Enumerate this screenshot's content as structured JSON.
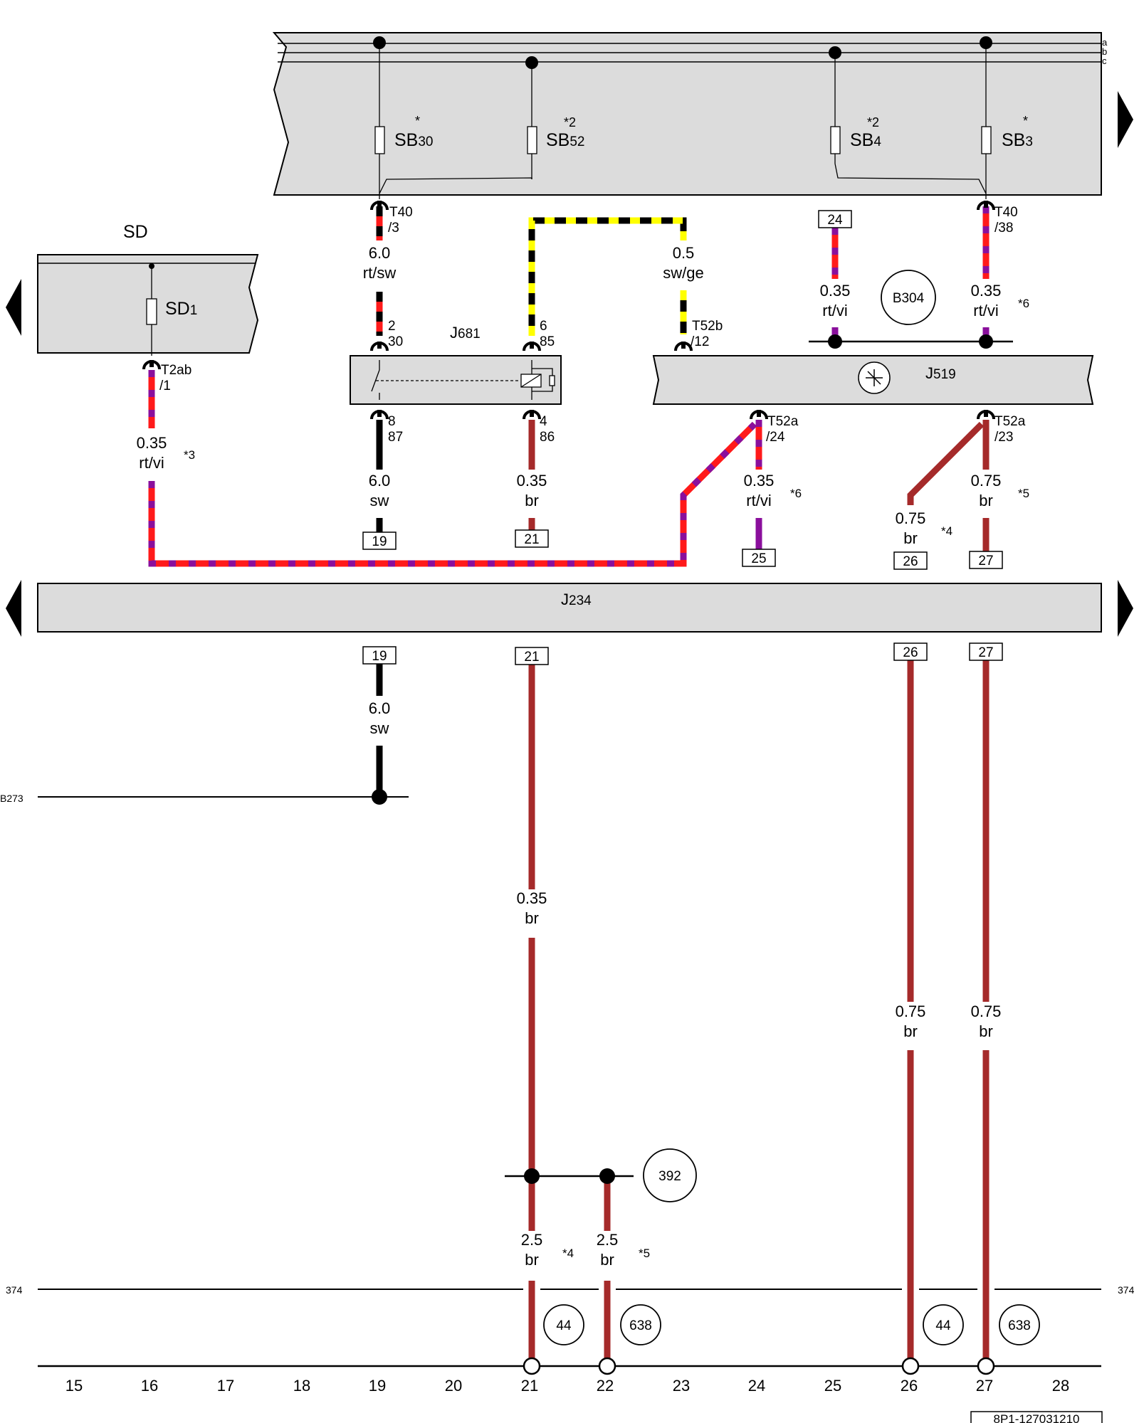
{
  "components": {
    "sd": "SD",
    "sd1_pre": "SD",
    "sd1_sub": "1",
    "sb30_pre": "SB",
    "sb30_sub": "30",
    "sb30_star": "*",
    "sb52_pre": "SB",
    "sb52_sub": "52",
    "sb52_star": "*2",
    "sb4_pre": "SB",
    "sb4_sub": "4",
    "sb4_star": "*2",
    "sb3_pre": "SB",
    "sb3_sub": "3",
    "sb3_star": "*",
    "j681_pre": "J",
    "j681_sub": "681",
    "j519_pre": "J",
    "j519_sub": "519",
    "j234_pre": "J",
    "j234_sub": "234"
  },
  "bus_letters": [
    "a",
    "b",
    "c"
  ],
  "connectors": {
    "t40_3_a": "T40",
    "t40_3_b": "/3",
    "t40_38_a": "T40",
    "t40_38_b": "/38",
    "t2ab_a": "T2ab",
    "t2ab_b": "/1",
    "j681_p2_a": "2",
    "j681_p2_b": "30",
    "j681_p6_a": "6",
    "j681_p6_b": "85",
    "j681_p8_a": "8",
    "j681_p8_b": "87",
    "j681_p4_a": "4",
    "j681_p4_b": "86",
    "t52b_a": "T52b",
    "t52b_b": "/12",
    "t52a24_a": "T52a",
    "t52a24_b": "/24",
    "t52a23_a": "T52a",
    "t52a23_b": "/23"
  },
  "wires": {
    "w_sd_size": "0.35",
    "w_sd_col": "rt/vi",
    "w_sd_note": "*3",
    "w_30_size": "6.0",
    "w_30_col": "rt/sw",
    "w_85_size": "0.5",
    "w_85_col": "sw/ge",
    "w_sb4_size": "0.35",
    "w_sb4_col": "rt/vi",
    "w_sb3_size": "0.35",
    "w_sb3_col": "rt/vi",
    "w_sb3_note": "*6",
    "w_87_size": "6.0",
    "w_87_col": "sw",
    "w_86_size": "0.35",
    "w_86_col": "br",
    "w_t24_size": "0.35",
    "w_t24_col": "rt/vi",
    "w_t24_note": "*6",
    "w_t23b_size": "0.75",
    "w_t23b_col": "br",
    "w_t23b_note": "*4",
    "w_t23_size": "0.75",
    "w_t23_col": "br",
    "w_t23_note": "*5",
    "w_19b_size": "6.0",
    "w_19b_col": "sw",
    "w_21b_size": "0.35",
    "w_21b_col": "br",
    "w_26b_size": "0.75",
    "w_26b_col": "br",
    "w_27b_size": "0.75",
    "w_27b_col": "br",
    "w_g21_size": "2.5",
    "w_g21_col": "br",
    "w_g21_note": "*4",
    "w_g22_size": "2.5",
    "w_g22_col": "br",
    "w_g22_note": "*5"
  },
  "references": {
    "ref_24": "24",
    "ref_19": "19",
    "ref_21": "21",
    "ref_25": "25",
    "ref_26": "26",
    "ref_27": "27",
    "ref_19b": "19",
    "ref_21b": "21",
    "ref_26b": "26",
    "ref_27b": "27"
  },
  "ground_points": {
    "b304": "B304",
    "g392": "392",
    "g44a": "44",
    "g638a": "638",
    "g44b": "44",
    "g638b": "638"
  },
  "edge_labels": {
    "b273": "B273",
    "l374_left": "374",
    "l374_right": "374"
  },
  "column_numbers": [
    "15",
    "16",
    "17",
    "18",
    "19",
    "20",
    "21",
    "22",
    "23",
    "24",
    "25",
    "26",
    "27",
    "28"
  ],
  "footer_code": "8P1-127031210",
  "colors": {
    "red": "#ff1a1a",
    "violet": "#8a0f9c",
    "black": "#000000",
    "yellow": "#ffff00",
    "brown": "#a52a2a",
    "panel": "#dcdcdc"
  }
}
